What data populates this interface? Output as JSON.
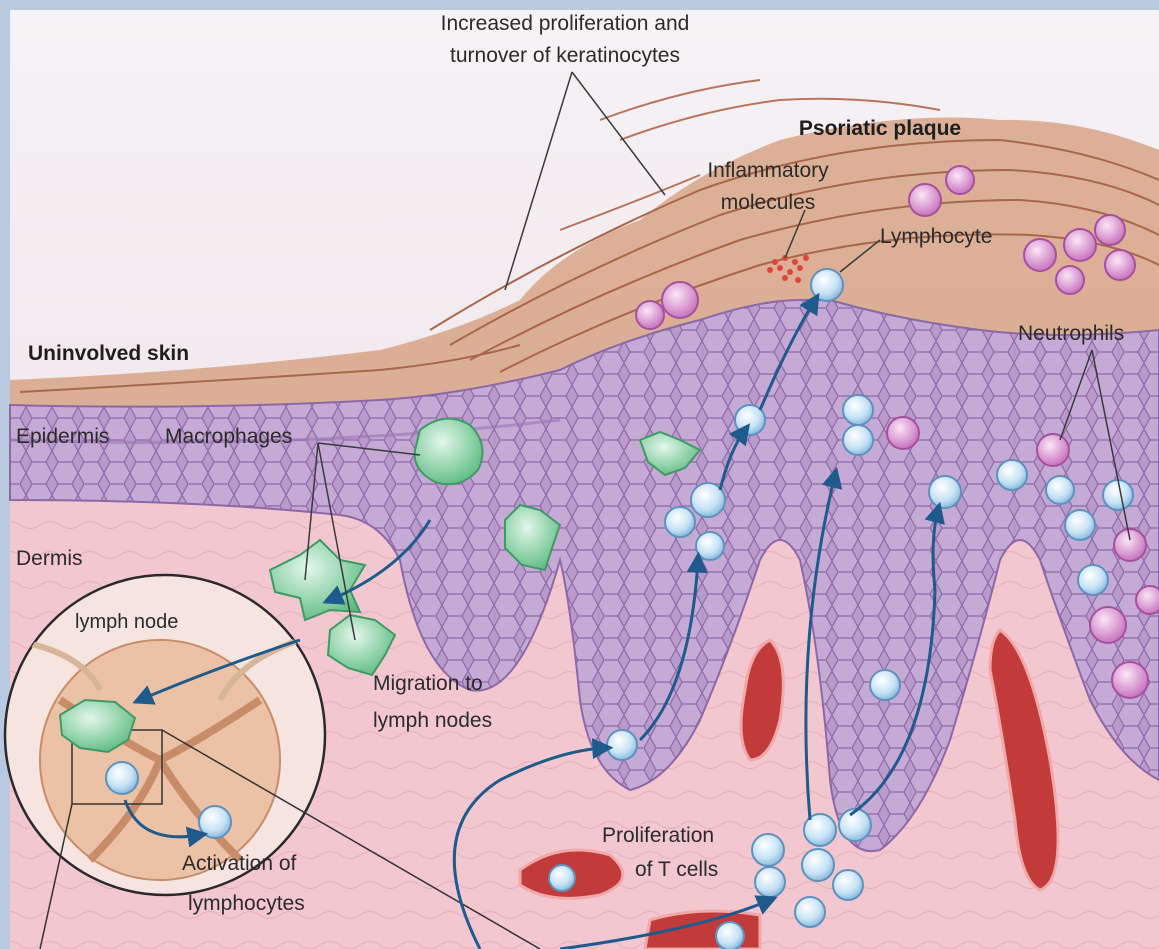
{
  "labels": {
    "top_line1": "Increased proliferation and",
    "top_line2": "turnover of keratinocytes",
    "psoriatic_plaque": "Psoriatic plaque",
    "inflammatory_line1": "Inflammatory",
    "inflammatory_line2": "molecules",
    "lymphocyte": "Lymphocyte",
    "uninvolved_skin": "Uninvolved skin",
    "neutrophils": "Neutrophils",
    "epidermis": "Epidermis",
    "macrophages": "Macrophages",
    "dermis": "Dermis",
    "lymph_node": "lymph node",
    "migration_line1": "Migration to",
    "migration_line2": "lymph nodes",
    "activation_line1": "Activation of",
    "activation_line2": "lymphocytes",
    "proliferation_line1": "Proliferation",
    "proliferation_line2": "of T cells"
  },
  "colors": {
    "border": "#b9c9e0",
    "dermis": "#f2c6cf",
    "epidermis": "#b79ac9",
    "cell_outline": "#8f6aa8",
    "stratum_corneum": "#c98a68",
    "macrophage": "#8fd4a6",
    "lymphocyte": "#bcdcf2",
    "neutrophil": "#d48ccf",
    "vessel": "#c23a3a",
    "arrow": "#1f5a8c",
    "leader_line": "#3a3a3a"
  }
}
